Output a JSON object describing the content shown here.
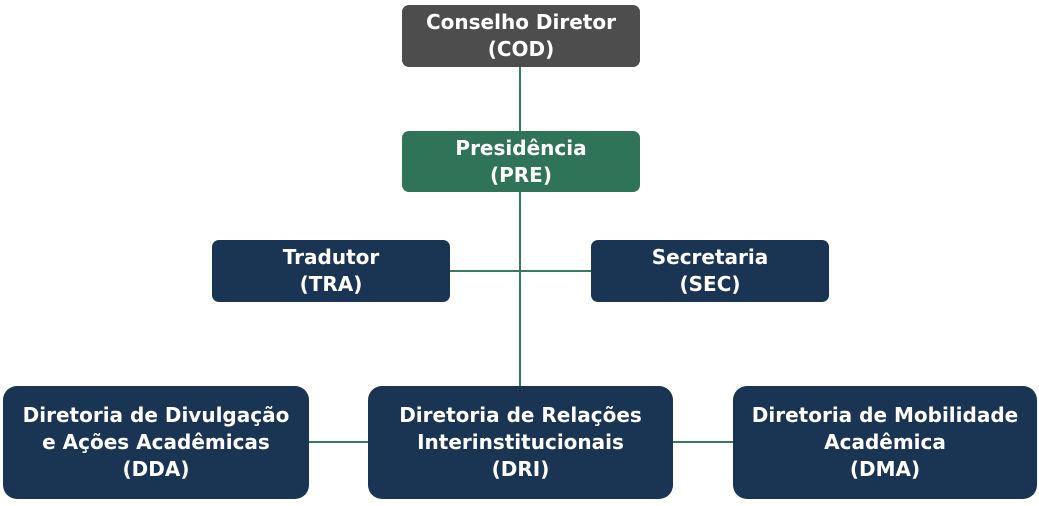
{
  "org_chart": {
    "cod": {
      "name": "Conselho Diretor",
      "code": "(COD)",
      "color": "#4d4d4d"
    },
    "pre": {
      "name": "Presidência",
      "code": "(PRE)",
      "color": "#2f7358"
    },
    "tra": {
      "name": "Tradutor",
      "code": "(TRA)",
      "color": "#1a3553"
    },
    "sec": {
      "name": "Secretaria",
      "code": "(SEC)",
      "color": "#1a3553"
    },
    "dda": {
      "line1": "Diretoria de Divulgação",
      "line2": "e Ações Acadêmicas",
      "code": "(DDA)",
      "color": "#1a3553"
    },
    "dri": {
      "line1": "Diretoria de Relações",
      "line2": "Interinstitucionais",
      "code": "(DRI)",
      "color": "#1a3553"
    },
    "dma": {
      "line1": "Diretoria de Mobilidade",
      "line2": "Acadêmica",
      "code": "(DMA)",
      "color": "#1a3553"
    },
    "connector_color": "#3a7a5e"
  }
}
